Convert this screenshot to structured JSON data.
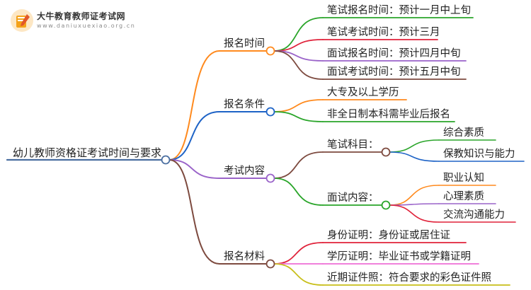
{
  "brand": {
    "title": "大牛教育教师证考试网",
    "subtitle": "www.daniuxuexiao.org.cn",
    "icon": "book-pencil-logo-icon"
  },
  "colors": {
    "root": "#4a6ea0",
    "orange": "#ff8a1e",
    "blue": "#1e63c6",
    "purple": "#9a63c9",
    "brown": "#7d4a3f",
    "green": "#2aa52a",
    "red": "#e0223a",
    "pink": "#ee6fd6",
    "olive": "#c8bf1a"
  },
  "mindmap": {
    "root": "幼儿教师资格证考试时间与要求",
    "branches": [
      {
        "key": "b1",
        "label": "报名时间",
        "color": "orange",
        "children": [
          {
            "label": "笔试报名时间：预计一月中上旬",
            "color": "green"
          },
          {
            "label": "笔试考试时间：预计三月",
            "color": "red"
          },
          {
            "label": "面试报名时间：预计四月中旬",
            "color": "purple"
          },
          {
            "label": "面试考试时间：预计五月中旬",
            "color": "brown"
          }
        ]
      },
      {
        "key": "b2",
        "label": "报名条件",
        "color": "blue",
        "children": [
          {
            "label": "大专及以上学历",
            "color": "orange"
          },
          {
            "label": "非全日制本科需毕业后报名",
            "color": "green"
          }
        ]
      },
      {
        "key": "b3",
        "label": "考试内容",
        "color": "purple",
        "children": [
          {
            "label": "笔试科目：",
            "color": "brown",
            "children": [
              {
                "label": "综合素质",
                "color": "green"
              },
              {
                "label": "保教知识与能力",
                "color": "blue"
              }
            ]
          },
          {
            "label": "面试内容：",
            "color": "green",
            "children": [
              {
                "label": "职业认知",
                "color": "orange"
              },
              {
                "label": "心理素质",
                "color": "purple"
              },
              {
                "label": "交流沟通能力",
                "color": "red"
              }
            ]
          }
        ]
      },
      {
        "key": "b4",
        "label": "报名材料",
        "color": "brown",
        "children": [
          {
            "label": "身份证明：身份证或居住证",
            "color": "red"
          },
          {
            "label": "学历证明：毕业证书或学籍证明",
            "color": "pink"
          },
          {
            "label": "近期证件照：符合要求的彩色证件照",
            "color": "olive"
          }
        ]
      }
    ]
  }
}
